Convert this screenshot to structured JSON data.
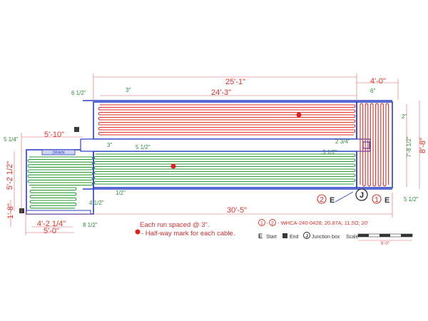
{
  "dimensions": {
    "overall_length": "25'-1\"",
    "inner_length": "24'-3\"",
    "right_section_width": "4'-0\"",
    "right_cable_width": "6\"",
    "left_offset": "6 1/2\"",
    "top_spacing": "3\"",
    "right_height": "8'-8\"",
    "right_cable_height": "7'-8 1/2\"",
    "right_gap": "2\"",
    "left_section_width": "5'-10\"",
    "left_offset_2": "5 1/4\"",
    "mid_spacing": "3\"",
    "center_gap": "5 1/2\"",
    "right_gap_2": "2 3/4\"",
    "right_gap_3": "3 1/2\"",
    "left_height": "5'-2 1/2\"",
    "left_small_height": "1'-8\"",
    "lower_gap": "1/2\"",
    "lower_left_gap": "4 1/2\"",
    "right_bottom_gap": "5 1/2\"",
    "overall_bottom": "30'-5\"",
    "left_cable_width": "4'-2 1/4\"",
    "left_bottom_gap": "8 1/2\"",
    "left_total_width": "5'-0\""
  },
  "labels": {
    "drain": "DRAIN",
    "junction": "J",
    "cable_1": "1",
    "cable_2": "2",
    "start_glyph": "E"
  },
  "notes": {
    "spacing_note": "Each run spaced @ 3\".",
    "halfway_note": "- Half-way mark for each cable.",
    "cable_spec_text": "- WHCA-240-0428; 20.87A; 11.5Ω; 20'",
    "legend_start": "Start",
    "legend_end": "End",
    "legend_junction": "Junction box",
    "scale_label": "Scale",
    "scale_value": "5'-0\""
  },
  "colors": {
    "wall": "#2b3fc7",
    "cable_1": "#e0302a",
    "cable_2": "#2f9a3a",
    "dimension": "#e0302a",
    "halfway_mark": "#e02020"
  }
}
